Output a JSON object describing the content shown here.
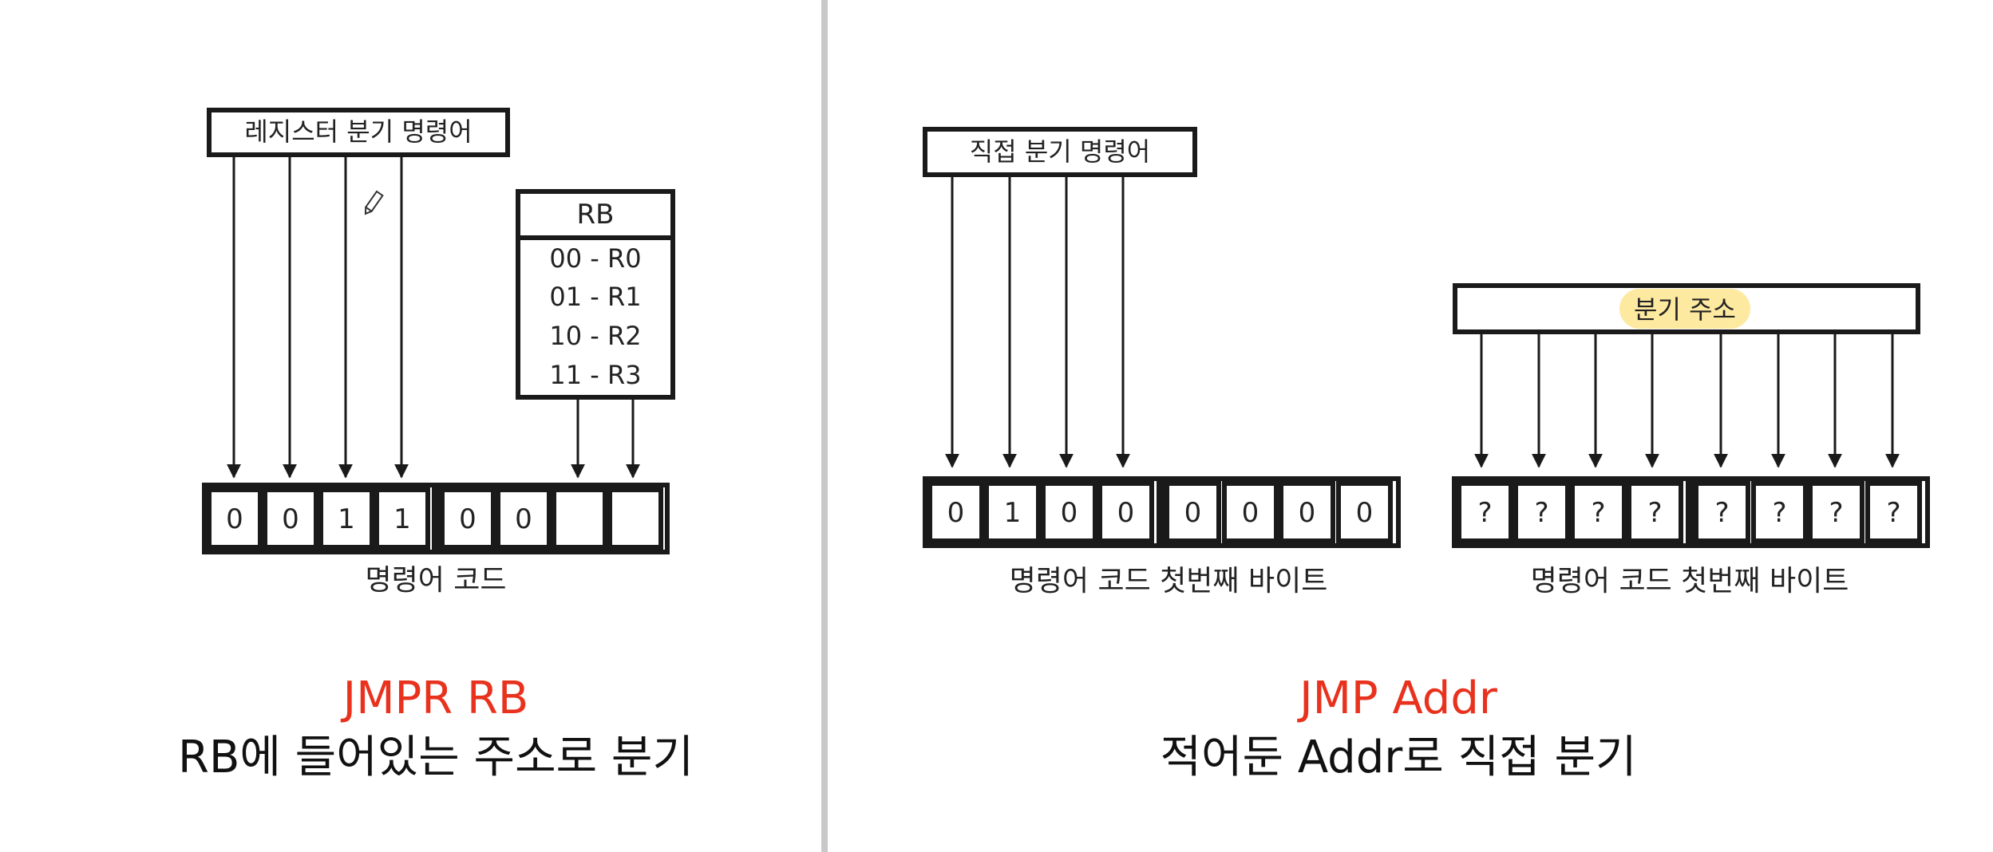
{
  "left": {
    "instruction_label": "레지스터 분기 명령어",
    "rb_table": {
      "header": "RB",
      "rows": [
        "00 - R0",
        "01 - R1",
        "10 - R2",
        "11 - R3"
      ]
    },
    "bits": [
      "0",
      "0",
      "1",
      "1",
      "0",
      "0",
      "",
      ""
    ],
    "caption": "명령어 코드",
    "title": "JMPR RB",
    "subtitle": "RB에 들어있는 주소로 분기"
  },
  "right": {
    "instruction_label": "직접 분기 명령어",
    "bits": [
      "0",
      "1",
      "0",
      "0",
      "0",
      "0",
      "0",
      "0"
    ],
    "caption": "명령어 코드 첫번째 바이트",
    "address_label": "분기 주소",
    "address_bits": [
      "?",
      "?",
      "?",
      "?",
      "?",
      "?",
      "?",
      "?"
    ],
    "address_caption": "명령어 코드 첫번째 바이트",
    "title": "JMP Addr",
    "subtitle": "적어둔 Addr로 직접 분기"
  },
  "colors": {
    "title_red": "#e8321e",
    "highlight": "#fde9a0",
    "divider": "#c8c8c8",
    "stroke": "#1a1a1a"
  },
  "icons": {
    "cursor": "pencil-icon"
  }
}
